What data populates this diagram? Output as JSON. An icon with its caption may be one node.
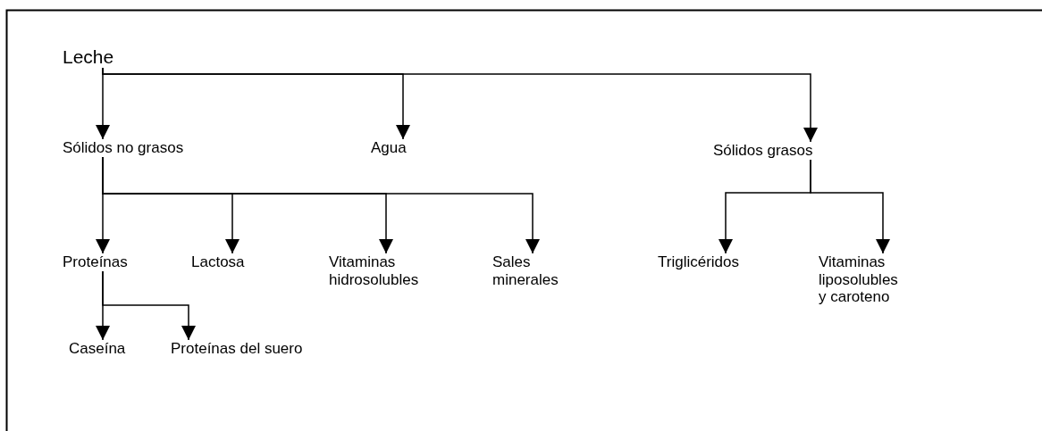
{
  "diagram": {
    "nodes": [
      {
        "text": [
          "Leche"
        ]
      },
      {
        "text": [
          "Sólidos no grasos"
        ]
      },
      {
        "text": [
          "Agua"
        ]
      },
      {
        "text": [
          "Sólidos grasos"
        ]
      },
      {
        "text": [
          "Proteínas"
        ]
      },
      {
        "text": [
          "Lactosa"
        ]
      },
      {
        "text": [
          "Vitaminas hidrosolubles"
        ]
      },
      {
        "text": [
          "Sales minerales"
        ]
      },
      {
        "text": [
          "Triglicéridos"
        ]
      },
      {
        "text": [
          "Vitaminas liposolubles y caroteno"
        ]
      },
      {
        "text": [
          "Caseína"
        ]
      },
      {
        "text": [
          "Proteínas del suero"
        ]
      }
    ],
    "edges": [
      {
        "from": 0,
        "to": 1,
        "arrow": "to"
      },
      {
        "from": 0,
        "to": 2,
        "arrow": "to"
      },
      {
        "from": 0,
        "to": 3,
        "arrow": "to"
      },
      {
        "from": 1,
        "to": 4,
        "arrow": "to"
      },
      {
        "from": 1,
        "to": 5,
        "arrow": "to"
      },
      {
        "from": 1,
        "to": 6,
        "arrow": "to"
      },
      {
        "from": 1,
        "to": 7,
        "arrow": "to"
      },
      {
        "from": 3,
        "to": 8,
        "arrow": "to"
      },
      {
        "from": 3,
        "to": 9,
        "arrow": "to"
      },
      {
        "from": 4,
        "to": 10,
        "arrow": "to"
      },
      {
        "from": 4,
        "to": 11,
        "arrow": "to"
      }
    ]
  }
}
